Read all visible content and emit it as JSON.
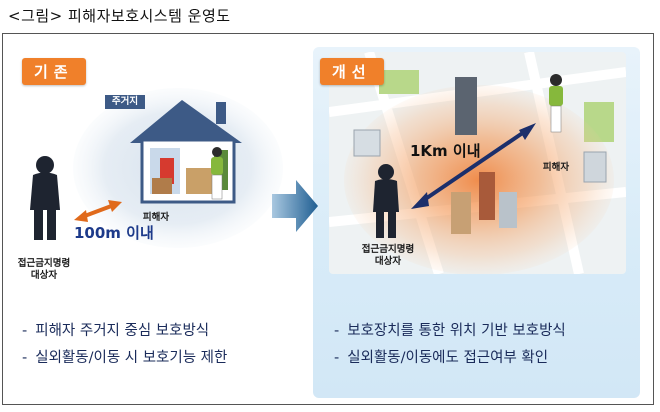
{
  "caption": "<그림> 피해자보호시스템 운영도",
  "left": {
    "badge": "기존",
    "house_label": "주거지",
    "victim_label": "피해자",
    "distance": "100m 이내",
    "target_line1": "접근금지명령",
    "target_line2": "대상자",
    "bullets": [
      "피해자 주거지 중심 보호방식",
      "실외활동/이동 시 보호기능 제한"
    ]
  },
  "right": {
    "badge": "개선",
    "distance": "1Km 이내",
    "victim_label": "피해자",
    "target_line1": "접근금지명령",
    "target_line2": "대상자",
    "bullets": [
      "보호장치를 통한 위치 기반 보호방식",
      "실외활동/이동에도 접근여부 확인"
    ]
  },
  "colors": {
    "badge": "#f0802a",
    "distance_text": "#1d3a8a",
    "arrow_left": "#e06a1c",
    "arrow_center": "#2a6b9c",
    "panel_right": "#d7ebf8"
  }
}
